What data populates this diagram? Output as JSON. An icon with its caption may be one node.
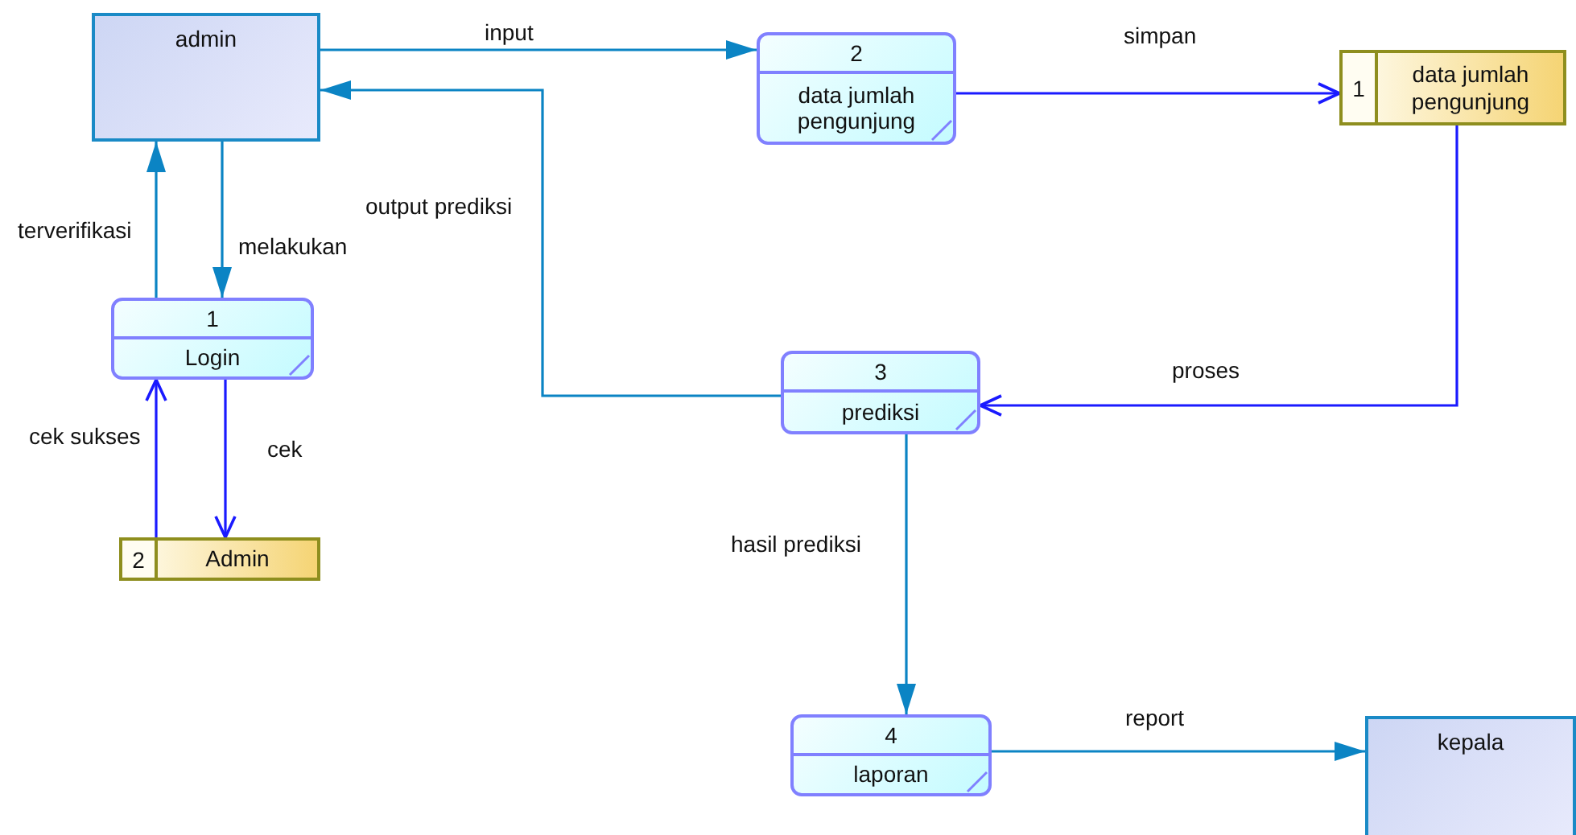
{
  "diagram": {
    "nodes": [
      {
        "text": [
          "admin"
        ]
      },
      {
        "text": [
          "2",
          "data jumlah pengunjung"
        ]
      },
      {
        "text": [
          "1",
          "data jumlah pengunjung"
        ]
      },
      {
        "text": [
          "1",
          "Login"
        ]
      },
      {
        "text": [
          "2",
          "Admin"
        ]
      },
      {
        "text": [
          "3",
          "prediksi"
        ]
      },
      {
        "text": [
          "4",
          "laporan"
        ]
      },
      {
        "text": [
          "kepala"
        ]
      }
    ],
    "edges": [
      {
        "from": 0,
        "to": 1,
        "arrow": "to",
        "label": "input"
      },
      {
        "from": 1,
        "to": 2,
        "arrow": "to",
        "label": "simpan",
        "color": "#1a1aff"
      },
      {
        "from": 2,
        "to": 5,
        "arrow": "to",
        "label": "proses",
        "color": "#1a1aff"
      },
      {
        "from": 5,
        "to": 0,
        "arrow": "to",
        "label": "output prediksi"
      },
      {
        "from": 0,
        "to": 3,
        "arrow": "to",
        "label": "melakukan"
      },
      {
        "from": 3,
        "to": 0,
        "arrow": "to",
        "label": "terverifikasi"
      },
      {
        "from": 3,
        "to": 4,
        "arrow": "to",
        "label": "cek",
        "color": "#1a1aff"
      },
      {
        "from": 4,
        "to": 3,
        "arrow": "to",
        "label": "cek sukses",
        "color": "#1a1aff"
      },
      {
        "from": 5,
        "to": 6,
        "arrow": "to",
        "label": "hasil prediksi"
      },
      {
        "from": 6,
        "to": 7,
        "arrow": "to",
        "label": "report"
      }
    ]
  }
}
